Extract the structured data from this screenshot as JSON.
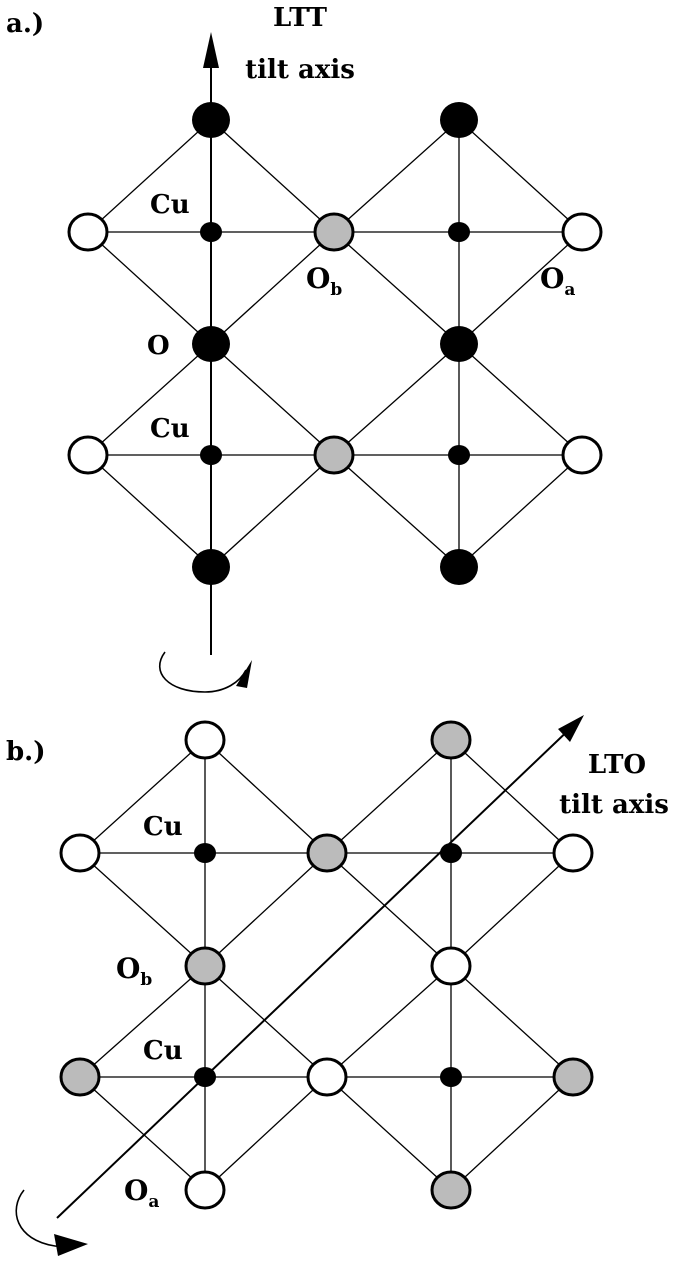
{
  "panel_a": {
    "label": "a.)",
    "axis_title_line1": "LTT",
    "axis_title_line2": "tilt axis",
    "labels": {
      "cu_upper": "Cu",
      "cu_lower": "Cu",
      "o": "O",
      "ob_main": "O",
      "ob_sub": "b",
      "oa_main": "O",
      "oa_sub": "a"
    }
  },
  "panel_b": {
    "label": "b.)",
    "axis_title_line1": "LTO",
    "axis_title_line2": "tilt axis",
    "labels": {
      "cu_upper": "Cu",
      "cu_lower": "Cu",
      "ob_main": "O",
      "ob_sub": "b",
      "oa_main": "O",
      "oa_sub": "a"
    }
  },
  "colors": {
    "black_atom": "#000000",
    "white_atom": "#ffffff",
    "gray_atom": "#bbbbbb",
    "lines": "#000000"
  }
}
